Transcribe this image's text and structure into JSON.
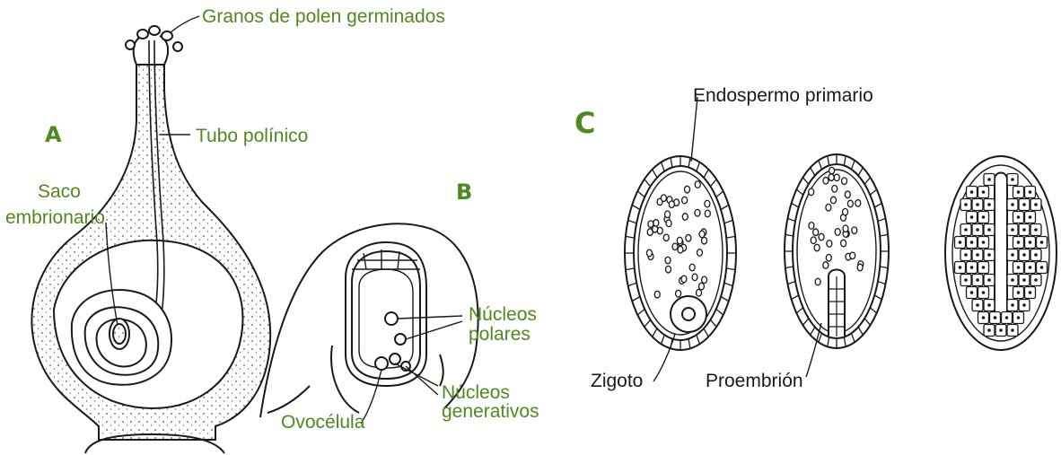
{
  "panels": {
    "a": "A",
    "b": "B",
    "c": "C"
  },
  "labels": {
    "granos_polen": "Granos de polen germinados",
    "tubo_polinico": "Tubo polínico",
    "saco_line1": "Saco",
    "saco_line2": "embrionario",
    "nucleos_polares_line1": "Núcleos",
    "nucleos_polares_line2": "polares",
    "nucleos_generativos_line1": "Núcleos",
    "nucleos_generativos_line2": "generativos",
    "ovocelula": "Ovocélula",
    "endospermo": "Endospermo primario",
    "zigoto": "Zigoto",
    "proembrion": "Proembrión"
  },
  "colors": {
    "label_green": "#4f8a1e",
    "line": "#1a1a1a",
    "stipple": "#555555"
  }
}
